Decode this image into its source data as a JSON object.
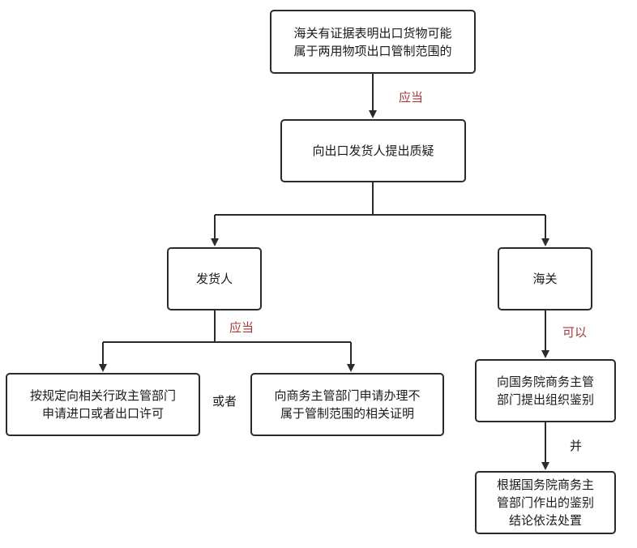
{
  "nodes": {
    "customs_evidence": [
      "海关有证据表明出口货物可能",
      "属于两用物项出口管制范围的"
    ],
    "question_consignor": [
      "向出口发货人提出质疑"
    ],
    "consignor": [
      "发货人"
    ],
    "customs": [
      "海关"
    ],
    "apply_license": [
      "按规定向相关行政主管部门",
      "申请进口或者出口许可"
    ],
    "apply_certificate": [
      "向商务主管部门申请办理不",
      "属于管制范围的相关证明"
    ],
    "request_identification": [
      "向国务院商务主管",
      "部门提出组织鉴别"
    ],
    "handle_by_conclusion": [
      "根据国务院商务主",
      "管部门作出的鉴别",
      "结论依法处置"
    ]
  },
  "edge_labels": {
    "should_1": "应当",
    "should_2": "应当",
    "may": "可以",
    "or": "或者",
    "and": "并"
  },
  "colors": {
    "stroke": "#2b2b2b",
    "label_red": "#a33a3a",
    "label_dark": "#1a1a1a"
  }
}
